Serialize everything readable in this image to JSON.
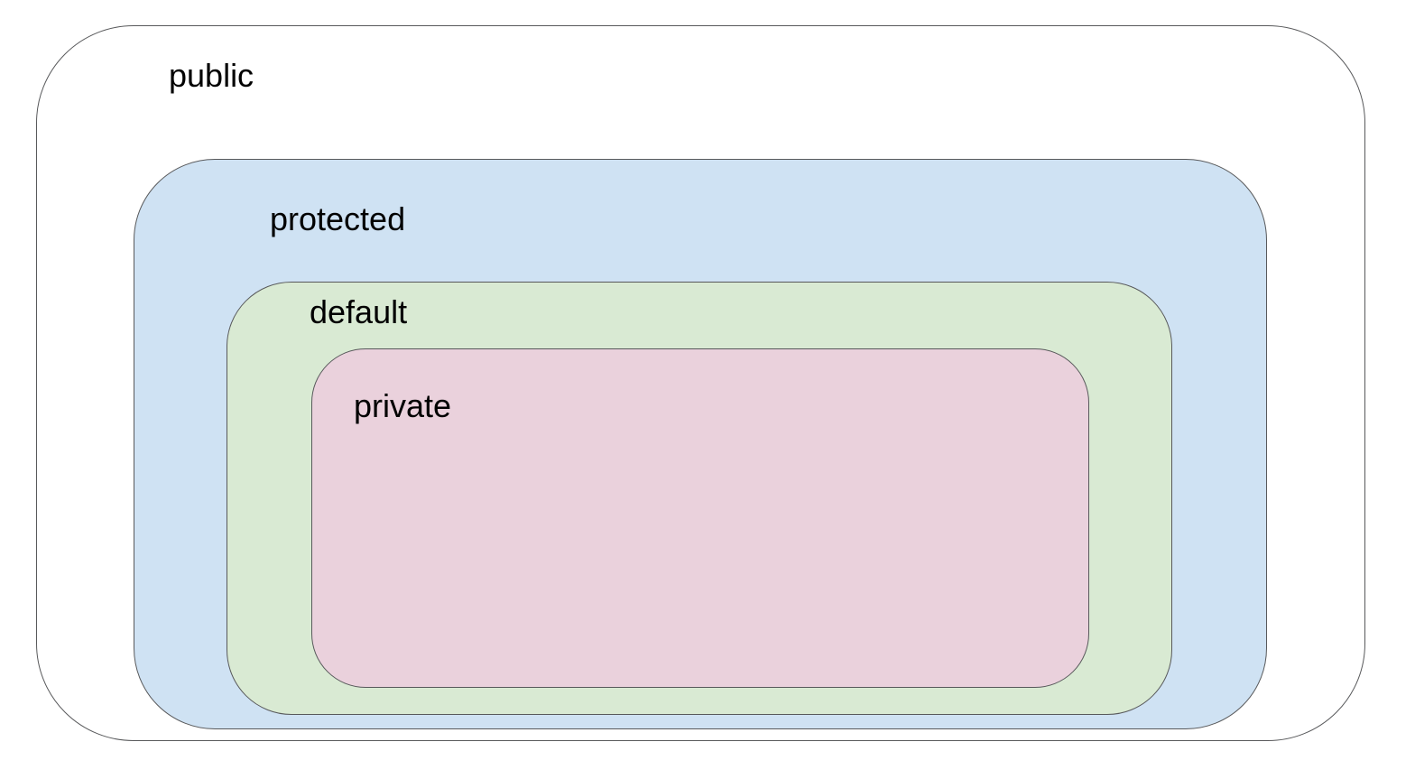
{
  "diagram": {
    "type": "nested-containment-diagram",
    "subject": "access-modifier-scopes",
    "background_color": "#ffffff",
    "border_color": "#58595b",
    "text_color": "#000000",
    "layers": [
      {
        "id": "public",
        "label": "public",
        "fill": "#ffffff",
        "level": 0
      },
      {
        "id": "protected",
        "label": "protected",
        "fill": "#cfe2f3",
        "level": 1
      },
      {
        "id": "default",
        "label": "default",
        "fill": "#d9ead3",
        "level": 2
      },
      {
        "id": "private",
        "label": "private",
        "fill": "#ead1dc",
        "level": 3
      }
    ]
  }
}
